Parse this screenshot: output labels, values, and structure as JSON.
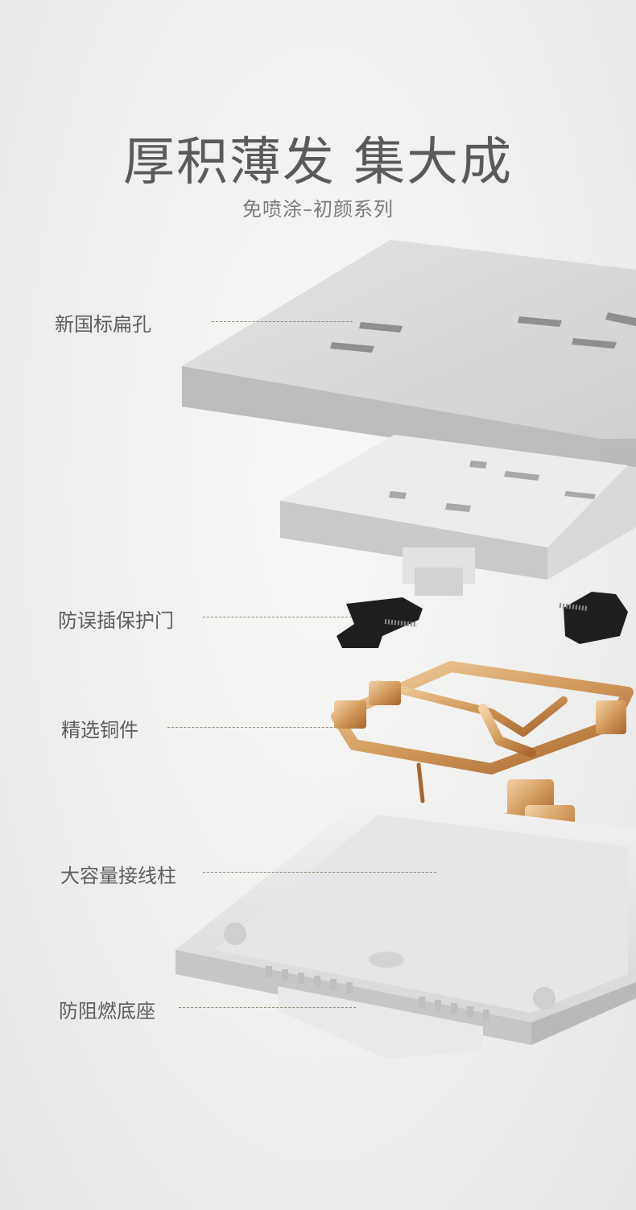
{
  "header": {
    "title": "厚积薄发 集大成",
    "subtitle": "免喷涂–初颜系列"
  },
  "labels": [
    "新国标扁孔",
    "防误插保护门",
    "精选铜件",
    "大容量接线柱",
    "防阻燃底座"
  ],
  "colors": {
    "panel": "#dcdcdc",
    "copper": "#d9a46a",
    "shutter": "#1e1e1e"
  }
}
